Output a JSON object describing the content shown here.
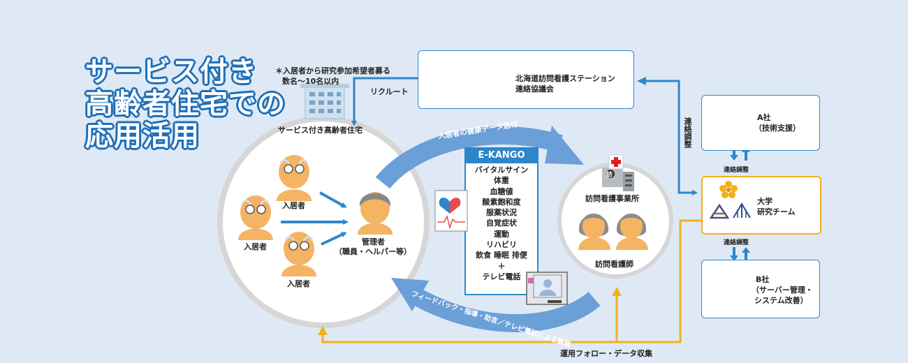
{
  "title": {
    "line1": "サービス付き",
    "line2": "高齢者住宅での",
    "line3": "応用活用"
  },
  "note": {
    "line1": "＊入居者から研究参加希望者募る",
    "line2": "数名〜10名以内"
  },
  "labels": {
    "recruit": "リクルート",
    "housing": "サービス付き高齢者住宅",
    "resident_a": "入居者",
    "resident_b": "入居者",
    "resident_c": "入居者",
    "manager_line1": "管理者",
    "manager_line2": "（職員・ヘルパー等）",
    "send_data": "入居者の健康データ送付",
    "feedback": "フィードバック・指導・助言／テレビ電話による観察",
    "station": "訪問看護事業所",
    "nurse": "訪問看護師",
    "operation": "運用フォロー・データ収集",
    "contact_vertical": "連絡調整",
    "contact_a": "連絡調整",
    "contact_b": "連絡調整",
    "station_badge": "訪"
  },
  "council": {
    "line1": "北海道訪問看護ステーション",
    "line2": "連絡協議会"
  },
  "company_a": {
    "line1": "A社",
    "line2": "（技術支援）"
  },
  "university": {
    "line1": "大学",
    "line2": "研究チーム"
  },
  "company_b": {
    "line1": "B社",
    "line2": "（サーバー管理・",
    "line3": "システム改善）"
  },
  "ekango": {
    "title": "E-KANGO",
    "items": [
      "バイタルサイン",
      "体重",
      "血糖値",
      "酸素飽和度",
      "服薬状況",
      "自覚症状",
      "運動",
      "リハビリ",
      "飲食 睡眠 排便",
      "＋",
      "テレビ電話"
    ]
  },
  "colors": {
    "blue": "#2e86c9",
    "yellow": "#f2b01a",
    "arrow_light": "#6b9fd8",
    "circle": "#d6d6d6",
    "background": "#dfe9f5"
  }
}
